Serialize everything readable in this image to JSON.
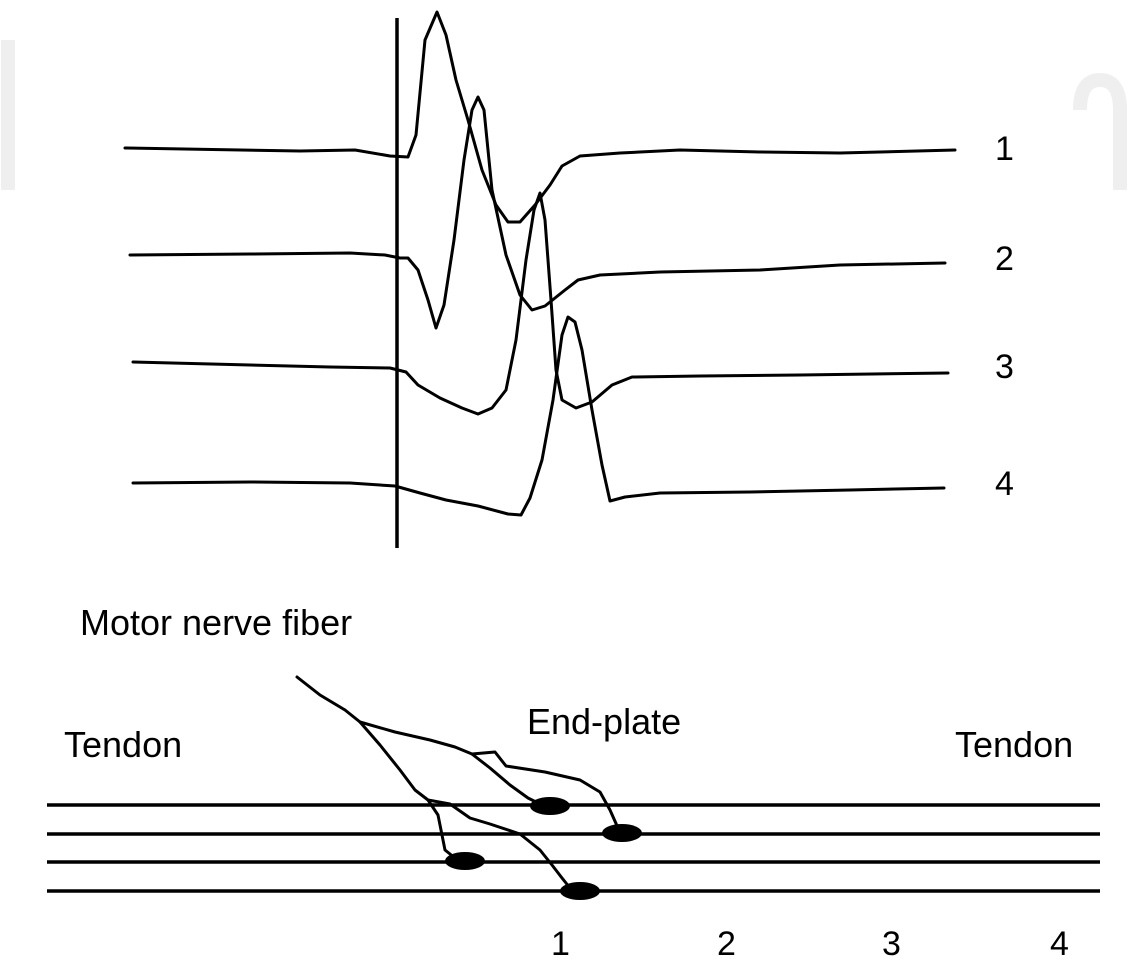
{
  "traces": [
    {
      "label": "1"
    },
    {
      "label": "2"
    },
    {
      "label": "3"
    },
    {
      "label": "4"
    }
  ],
  "labels": {
    "motor_nerve_fiber": "Motor nerve fiber",
    "end_plate": "End-plate",
    "tendon_left": "Tendon",
    "tendon_right": "Tendon"
  },
  "positions": [
    "1",
    "2",
    "3",
    "4"
  ]
}
